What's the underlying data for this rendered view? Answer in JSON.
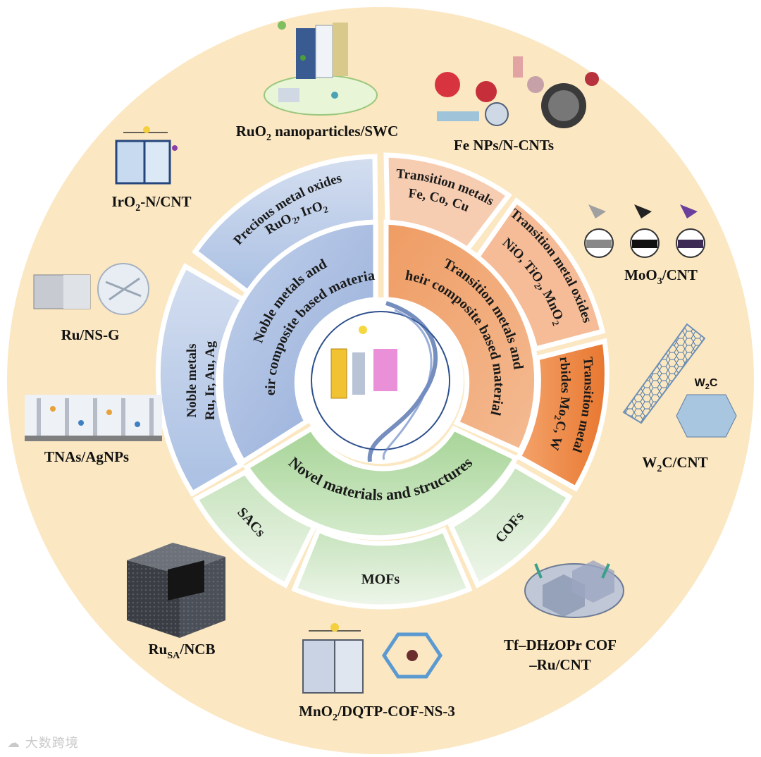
{
  "center_core": {
    "label": "Novel materials and structures"
  },
  "inner_sectors": {
    "noble": {
      "line1": "Noble metals and",
      "line2": "their composite based materials"
    },
    "transition": {
      "line1": "Transition metals and",
      "line2": "their composite based materials"
    }
  },
  "outer_sectors": {
    "precious_oxides": {
      "line1": "Precious metal oxides",
      "line2": "RuO",
      "sub1": "2",
      "mid": ", IrO",
      "sub2": "2"
    },
    "noble_metals": {
      "line1": "Noble metals",
      "line2": "Ru, Ir, Au, Ag"
    },
    "transition_metals": {
      "line1": "Transition metals",
      "line2": "Fe, Co, Cu"
    },
    "transition_oxides": {
      "line1": "Transition metal oxides",
      "line2a": "NiO, TiO",
      "sub1": "2",
      "line2b": ", MnO",
      "sub2": "2"
    },
    "transition_carbides": {
      "line1": "Transition metal",
      "line2a": "Carbides Mo",
      "sub1": "2",
      "line2b": "C, WC"
    },
    "sacs": "SACs",
    "mofs": "MOFs",
    "cofs": "COFs"
  },
  "examples": {
    "ruo2_swc": {
      "pre": "RuO",
      "sub": "2",
      "post": " nanoparticles/SWC"
    },
    "fe_nps": "Fe NPs/N-CNTs",
    "iro2": {
      "pre": "IrO",
      "sub": "2",
      "post": "-N/CNT"
    },
    "moo3": {
      "pre": "MoO",
      "sub": "3",
      "post": "/CNT"
    },
    "ru_nsg": "Ru/NS-G",
    "w2c": {
      "pre": "W",
      "sub": "2",
      "post": "C/CNT"
    },
    "w2c_inset": {
      "pre": "W",
      "sub": "2",
      "post": "C"
    },
    "tnas": "TNAs/AgNPs",
    "ru_sa": {
      "pre": "Ru",
      "sub": "SA",
      "post": "/NCB"
    },
    "tf_cof": {
      "line1": "Tf–DHzOPr COF",
      "line2": "–Ru/CNT"
    },
    "mno2": {
      "pre": "MnO",
      "sub": "2",
      "post": "/DQTP-COF-NS-3"
    }
  },
  "watermark": "大数跨境",
  "colors": {
    "outer_disc": "#fbe7c2",
    "blue_outer": "#c5d3ea",
    "blue_inner": "#a9bfe1",
    "orange_light": "#f7cdb1",
    "orange_mid": "#f2a978",
    "orange_dark": "#ec8a47",
    "green_outer": "#d9ead2",
    "green_inner": "#c6e2bd"
  }
}
